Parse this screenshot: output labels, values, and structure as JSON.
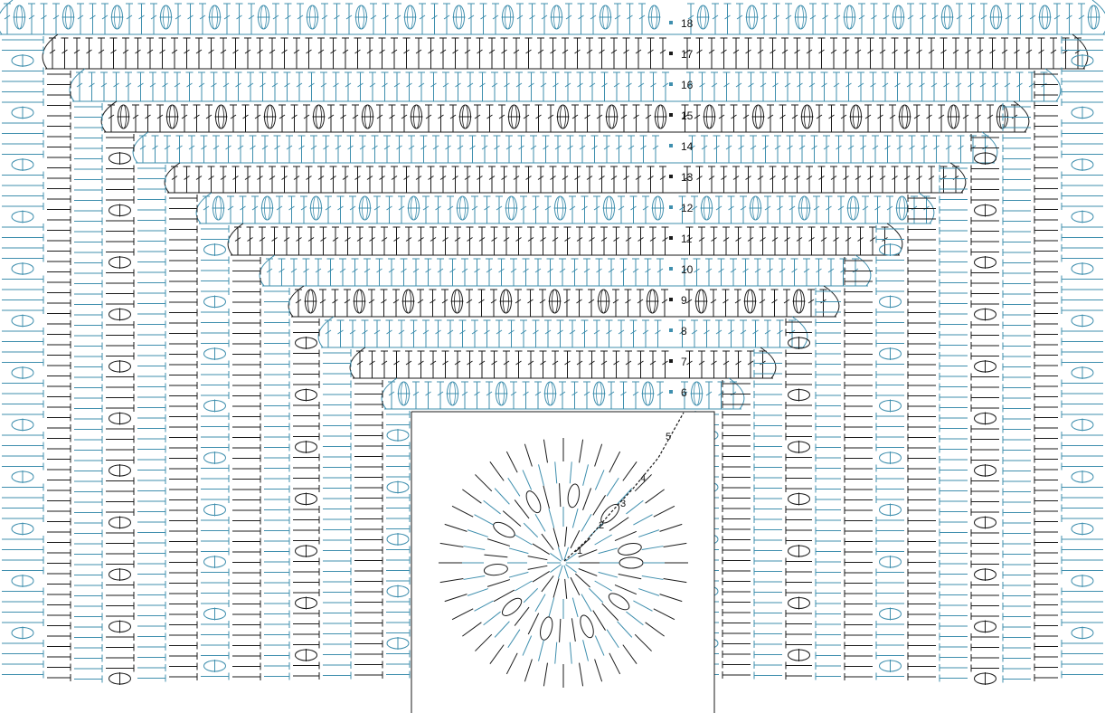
{
  "diagram": {
    "colors": {
      "blue": "#3f8fae",
      "black": "#1a1a1a",
      "background": "#ffffff"
    },
    "row_labels": [
      "6",
      "7",
      "8",
      "9",
      "10",
      "11",
      "12",
      "13",
      "14",
      "15",
      "16",
      "17",
      "18"
    ],
    "round_labels": [
      "1",
      "2",
      "3",
      "4",
      "5"
    ],
    "symbols": {
      "bobble": "bobble-stitch-icon",
      "stitch": "tall-stitch-icon",
      "chain": "chain-stitch-icon",
      "marker": "row-start-marker-icon"
    }
  }
}
